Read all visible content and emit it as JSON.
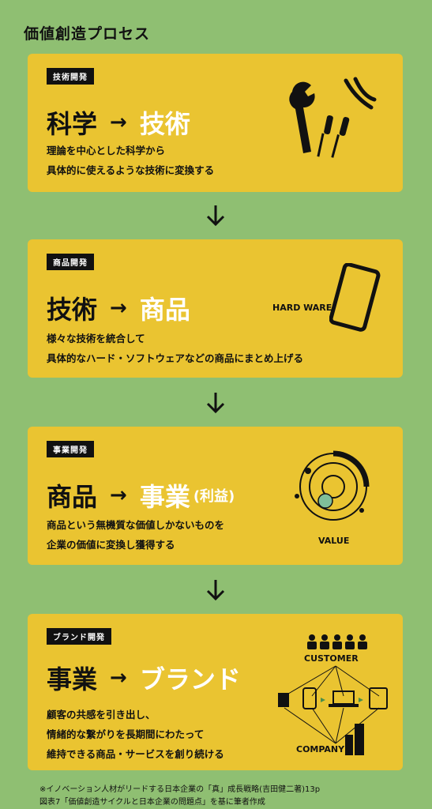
{
  "page_title": "価値創造プロセス",
  "cards": [
    {
      "tag": "技術開発",
      "from": "科学",
      "to": "技術",
      "sub": "",
      "lines": [
        "理論を中心とした科学から",
        "具体的に使えるような技術に変換する"
      ],
      "illustration": "tools-icon",
      "label": ""
    },
    {
      "tag": "商品開発",
      "from": "技術",
      "to": "商品",
      "sub": "",
      "lines": [
        "様々な技術を統合して",
        "具体的なハード・ソフトウェアなどの商品にまとめ上げる"
      ],
      "illustration": "tablet-icon",
      "label": "HARD WARE"
    },
    {
      "tag": "事業開発",
      "from": "商品",
      "to": "事業",
      "sub": "(利益)",
      "lines": [
        "商品という無機質な価値しかないものを",
        "企業の価値に変換し獲得する"
      ],
      "illustration": "orbit-icon",
      "label": "VALUE"
    },
    {
      "tag": "ブランド開発",
      "from": "事業",
      "to": "ブランド",
      "sub": "",
      "lines": [
        "顧客の共感を引き出し、",
        "情緒的な繋がりを長期間にわたって",
        "維持できる商品・サービスを創り続ける"
      ],
      "illustration": "network-icon",
      "label": "CUSTOMER",
      "label2": "COMPANY"
    }
  ],
  "arrow_symbol": "→",
  "notes": [
    "※イノベーション人材がリードする日本企業の「真」成長戦略(吉田健二著)13p",
    "図表7「価値創造サイクルと日本企業の問題点」を基に筆者作成"
  ],
  "colors": {
    "background": "#8fbf72",
    "card": "#eac431",
    "tag": "#111111",
    "highlight": "#ffffff"
  }
}
